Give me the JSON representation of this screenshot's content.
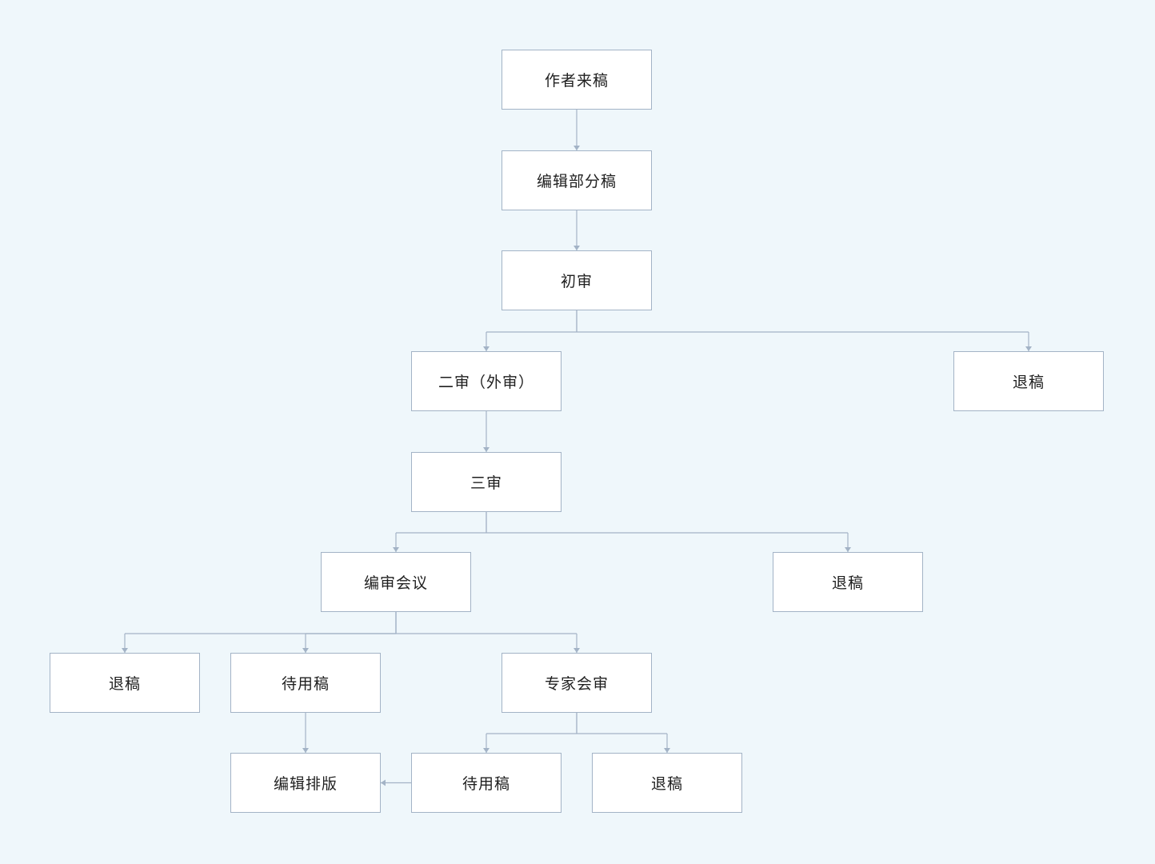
{
  "colors": {
    "background": "#eff7fb",
    "box_border": "#a3b3c6",
    "connector": "#a3b3c6"
  },
  "nodes": [
    {
      "label": "作者来稿"
    },
    {
      "label": "编辑部分稿"
    },
    {
      "label": "初审"
    },
    {
      "label": "二审（外审）"
    },
    {
      "label": "退稿"
    },
    {
      "label": "三审"
    },
    {
      "label": "编审会议"
    },
    {
      "label": "退稿"
    },
    {
      "label": "退稿"
    },
    {
      "label": "待用稿"
    },
    {
      "label": "专家会审"
    },
    {
      "label": "编辑排版"
    },
    {
      "label": "待用稿"
    },
    {
      "label": "退稿"
    }
  ],
  "edges": [
    {
      "from": 0,
      "to": 1
    },
    {
      "from": 1,
      "to": 2
    },
    {
      "from": 2,
      "to": 3
    },
    {
      "from": 2,
      "to": 4
    },
    {
      "from": 3,
      "to": 5
    },
    {
      "from": 5,
      "to": 6
    },
    {
      "from": 5,
      "to": 7
    },
    {
      "from": 6,
      "to": 8
    },
    {
      "from": 6,
      "to": 9
    },
    {
      "from": 6,
      "to": 10
    },
    {
      "from": 9,
      "to": 11
    },
    {
      "from": 10,
      "to": 12
    },
    {
      "from": 10,
      "to": 13
    },
    {
      "from": 12,
      "to": 11
    }
  ]
}
